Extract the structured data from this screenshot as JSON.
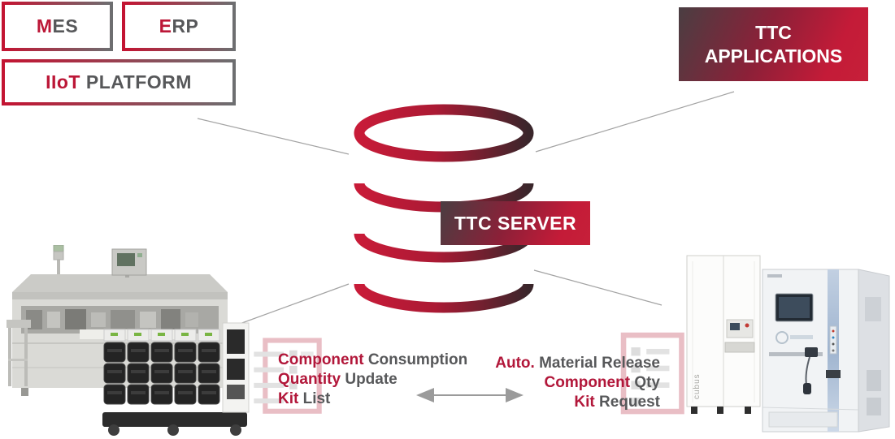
{
  "colors": {
    "accent_red": "#c41b38",
    "accent_dark": "#4a3e42",
    "text_red": "#b2173a",
    "text_gray": "#57585a",
    "border_red": "#c31432",
    "border_gray": "#6d6e70",
    "connector_gray": "#a3a3a3",
    "arrow_gray": "#9b9b9b"
  },
  "nodes": {
    "mes": {
      "em": "M",
      "rest": "ES"
    },
    "erp": {
      "em": "E",
      "rest": "RP"
    },
    "iiot": {
      "em": "IIoT",
      "rest": " PLATFORM"
    },
    "ttc_applications": {
      "label": "TTC APPLICATIONS"
    },
    "ttc_server": {
      "label": "TTC SERVER"
    }
  },
  "exchange": {
    "to_server": {
      "lines": [
        {
          "em": "Component",
          "rest": " Consumption"
        },
        {
          "em": "Quantity",
          "rest": " Update"
        },
        {
          "em": "Kit",
          "rest": " List"
        }
      ]
    },
    "from_server": {
      "lines": [
        {
          "em": "Auto.",
          "rest": " Material Release"
        },
        {
          "em": "Component",
          "rest": " Qty"
        },
        {
          "em": "Kit",
          "rest": " Request"
        }
      ]
    }
  },
  "equipment": {
    "right": {
      "cubus_label": "cubus"
    }
  },
  "icons": {
    "database": "database-icon",
    "checklist": "checklist-icon",
    "double_arrow": "double-arrow-icon"
  }
}
